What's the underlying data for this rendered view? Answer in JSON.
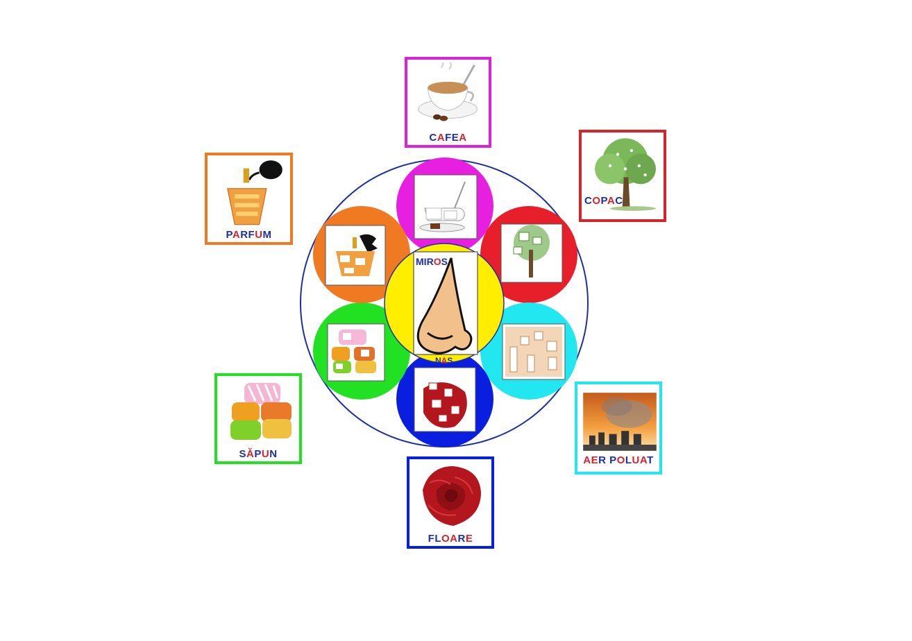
{
  "center": {
    "title": "MIROS",
    "title_letters": [
      {
        "ch": "M",
        "color": "#1b2fa8"
      },
      {
        "ch": "I",
        "color": "#1b2fa8"
      },
      {
        "ch": "R",
        "color": "#1b2fa8"
      },
      {
        "ch": "O",
        "color": "#d8232a"
      },
      {
        "ch": "S",
        "color": "#1b2fa8"
      }
    ],
    "organ": "NAS",
    "organ_letters": [
      {
        "ch": "N",
        "color": "#1b2fa8"
      },
      {
        "ch": "A",
        "color": "#d8232a"
      },
      {
        "ch": "S",
        "color": "#1b2fa8"
      }
    ]
  },
  "colors": {
    "ring": "#1b2fa8",
    "center_disc": "#ffee00",
    "petal_top": "#e61fe0",
    "petal_top_right": "#e61f2a",
    "petal_bottom_right": "#22e6f0",
    "petal_bottom": "#0a1ee0",
    "petal_bottom_left": "#22e022",
    "petal_top_left": "#f07a22"
  },
  "cards": [
    {
      "id": "cafea",
      "icon": "coffee-cup-icon",
      "border": "#e020d8",
      "letters": [
        {
          "ch": "C",
          "color": "#1b2fa8"
        },
        {
          "ch": "A",
          "color": "#d8232a"
        },
        {
          "ch": "F",
          "color": "#1b2fa8"
        },
        {
          "ch": "E",
          "color": "#1b2fa8"
        },
        {
          "ch": "A",
          "color": "#d8232a"
        }
      ]
    },
    {
      "id": "copac",
      "icon": "tree-icon",
      "border": "#d8232a",
      "letters": [
        {
          "ch": "C",
          "color": "#1b2fa8"
        },
        {
          "ch": "O",
          "color": "#d8232a"
        },
        {
          "ch": "P",
          "color": "#1b2fa8"
        },
        {
          "ch": "A",
          "color": "#d8232a"
        },
        {
          "ch": "C",
          "color": "#1b2fa8"
        }
      ]
    },
    {
      "id": "parfum",
      "icon": "perfume-bottle-icon",
      "border": "#f07a22",
      "letters": [
        {
          "ch": "P",
          "color": "#1b2fa8"
        },
        {
          "ch": "A",
          "color": "#d8232a"
        },
        {
          "ch": "R",
          "color": "#1b2fa8"
        },
        {
          "ch": "F",
          "color": "#1b2fa8"
        },
        {
          "ch": "U",
          "color": "#d8232a"
        },
        {
          "ch": "M",
          "color": "#1b2fa8"
        }
      ]
    },
    {
      "id": "sapun",
      "icon": "soap-bars-icon",
      "border": "#22e022",
      "letters": [
        {
          "ch": "S",
          "color": "#1b2fa8"
        },
        {
          "ch": "Ă",
          "color": "#d8232a"
        },
        {
          "ch": "P",
          "color": "#1b2fa8"
        },
        {
          "ch": "U",
          "color": "#d8232a"
        },
        {
          "ch": "N",
          "color": "#1b2fa8"
        }
      ]
    },
    {
      "id": "aer-poluat",
      "icon": "factory-smoke-icon",
      "border": "#22e6f0",
      "letters": [
        {
          "ch": "A",
          "color": "#d8232a"
        },
        {
          "ch": "E",
          "color": "#d8232a"
        },
        {
          "ch": "R",
          "color": "#1b2fa8"
        },
        {
          "ch": " ",
          "color": "#1b2fa8"
        },
        {
          "ch": "P",
          "color": "#1b2fa8"
        },
        {
          "ch": "O",
          "color": "#d8232a"
        },
        {
          "ch": "L",
          "color": "#1b2fa8"
        },
        {
          "ch": "U",
          "color": "#d8232a"
        },
        {
          "ch": "A",
          "color": "#d8232a"
        },
        {
          "ch": "T",
          "color": "#1b2fa8"
        }
      ]
    },
    {
      "id": "floare",
      "icon": "rose-icon",
      "border": "#0a1ee0",
      "letters": [
        {
          "ch": "F",
          "color": "#1b2fa8"
        },
        {
          "ch": "L",
          "color": "#1b2fa8"
        },
        {
          "ch": "O",
          "color": "#d8232a"
        },
        {
          "ch": "A",
          "color": "#d8232a"
        },
        {
          "ch": "R",
          "color": "#1b2fa8"
        },
        {
          "ch": "E",
          "color": "#d8232a"
        }
      ]
    }
  ]
}
